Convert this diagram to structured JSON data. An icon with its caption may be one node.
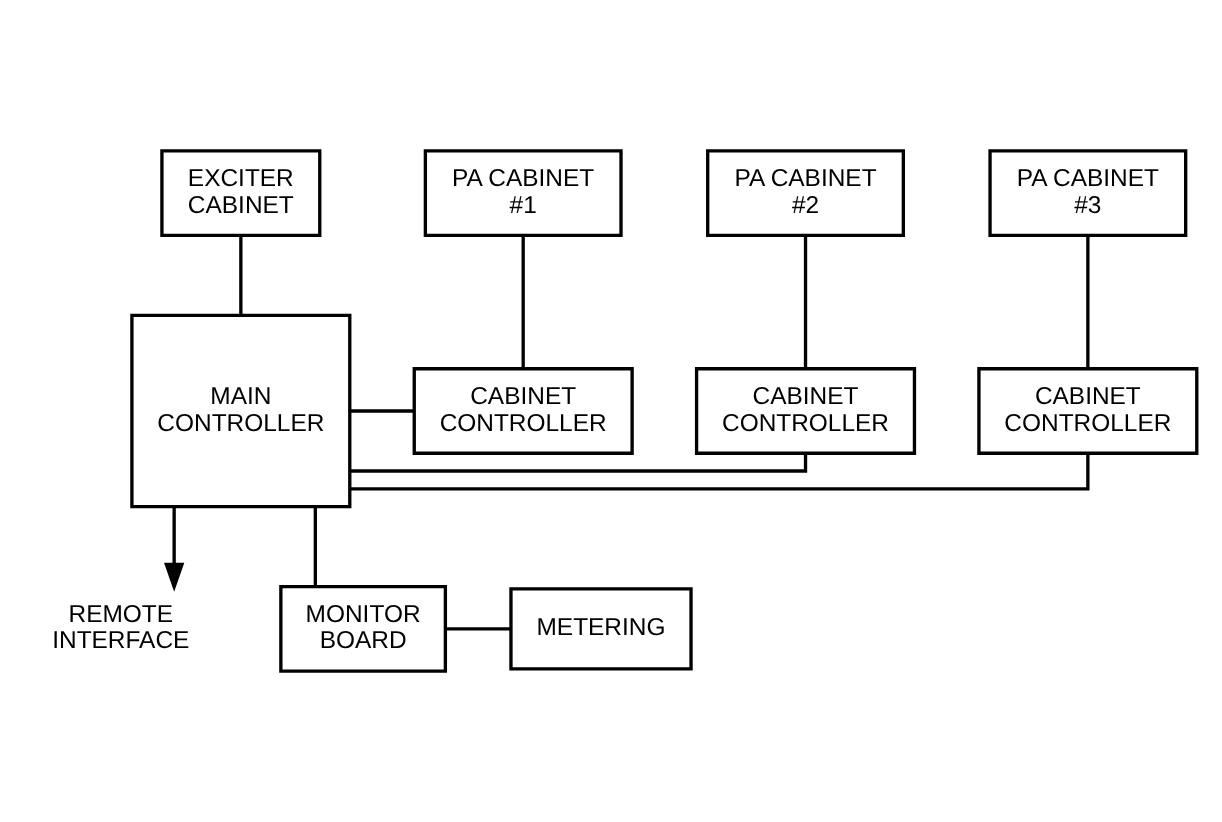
{
  "diagram": {
    "nodes": [
      {
        "text": [
          "EXCITER CABINET"
        ]
      },
      {
        "text": [
          "PA CABINET #1"
        ]
      },
      {
        "text": [
          "PA CABINET #2"
        ]
      },
      {
        "text": [
          "PA CABINET #3"
        ]
      },
      {
        "text": [
          "REMOTE INTERFACE"
        ]
      },
      {
        "text": [
          "CABINET CONTROLLER"
        ]
      },
      {
        "text": [
          "CABINET CONTROLLER"
        ]
      },
      {
        "text": [
          "CABINET CONTROLLER"
        ]
      },
      {
        "text": [
          "MAIN CONTROLLER"
        ]
      },
      {
        "text": [
          "MONITOR BOARD"
        ]
      },
      {
        "text": [
          "METERING"
        ]
      }
    ],
    "edges": [
      {
        "from": 0,
        "to": 8,
        "arrow": "none"
      },
      {
        "from": 1,
        "to": 5,
        "arrow": "none"
      },
      {
        "from": 2,
        "to": 6,
        "arrow": "none"
      },
      {
        "from": 3,
        "to": 7,
        "arrow": "none"
      },
      {
        "from": 8,
        "to": 4,
        "arrow": "to"
      },
      {
        "from": 8,
        "to": 5,
        "arrow": "none"
      },
      {
        "from": 8,
        "to": 6,
        "arrow": "none"
      },
      {
        "from": 8,
        "to": 7,
        "arrow": "none"
      },
      {
        "from": 8,
        "to": 9,
        "arrow": "none"
      },
      {
        "from": 9,
        "to": 10,
        "arrow": "none"
      }
    ]
  }
}
